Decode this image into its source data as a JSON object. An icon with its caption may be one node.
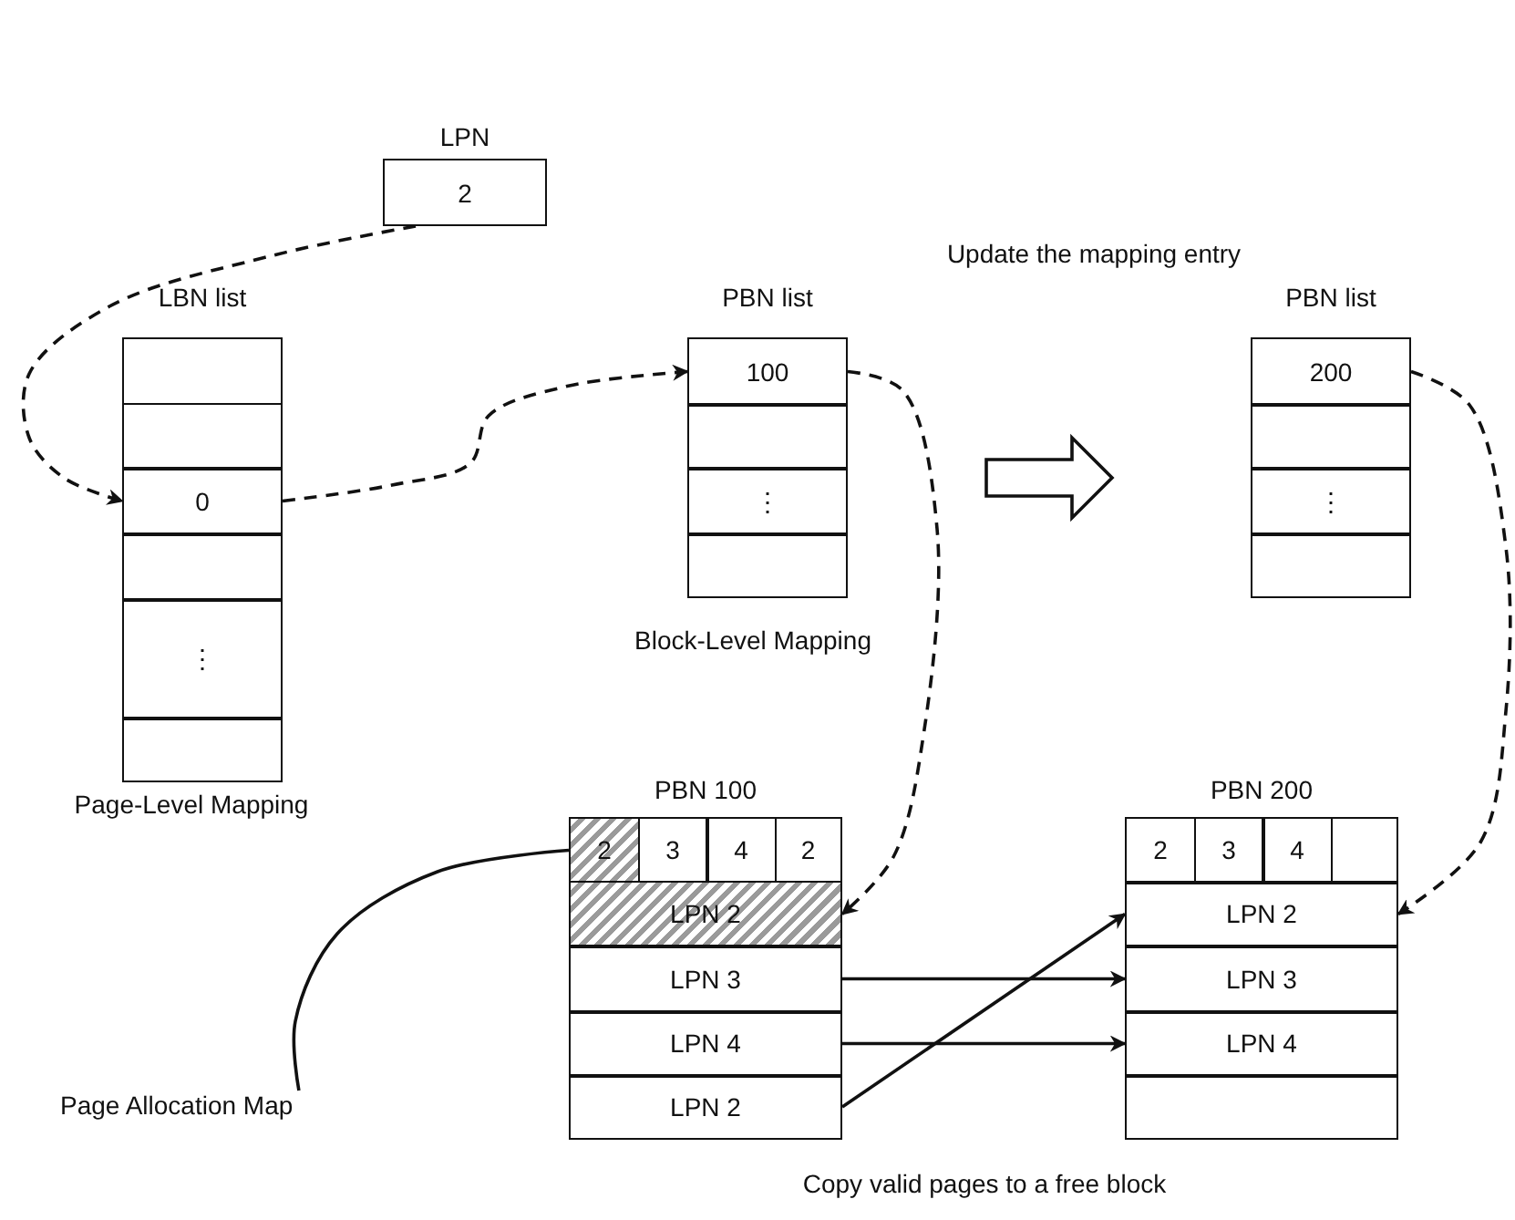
{
  "diagram": {
    "nodes": [
      {
        "text": [
          "LPN",
          "2"
        ]
      },
      {
        "text": [
          "LBN list"
        ],
        "beside": [
          "Page-Level Mapping"
        ]
      },
      {
        "text": [],
        "shape": "box",
        "in": 1
      },
      {
        "text": [],
        "shape": "box",
        "in": 1
      },
      {
        "text": [
          "0"
        ],
        "in": 1
      },
      {
        "text": [],
        "shape": "box",
        "in": 1
      },
      {
        "text": [
          "⋮"
        ],
        "in": 1
      },
      {
        "text": [],
        "shape": "box",
        "in": 1
      },
      {
        "text": [
          "PBN list"
        ],
        "beside": [
          "Block-Level Mapping"
        ]
      },
      {
        "text": [
          "100"
        ],
        "in": 8
      },
      {
        "text": [],
        "shape": "box",
        "in": 8
      },
      {
        "text": [
          "⋮"
        ],
        "in": 8
      },
      {
        "text": [],
        "shape": "box",
        "in": 8
      },
      {
        "text": [
          "PBN list"
        ]
      },
      {
        "text": [
          "200"
        ],
        "in": 13
      },
      {
        "text": [],
        "shape": "box",
        "in": 13
      },
      {
        "text": [
          "⋮"
        ],
        "in": 13
      },
      {
        "text": [],
        "shape": "box",
        "in": 13
      },
      {
        "text": [
          "PBN 100"
        ]
      },
      {
        "text": [
          "2"
        ],
        "in": 18
      },
      {
        "text": [
          "3"
        ],
        "in": 18
      },
      {
        "text": [
          "4"
        ],
        "in": 18
      },
      {
        "text": [
          "2"
        ],
        "in": 18
      },
      {
        "text": [
          "LPN 2"
        ],
        "in": 18
      },
      {
        "text": [
          "LPN 3"
        ],
        "in": 18
      },
      {
        "text": [
          "LPN 4"
        ],
        "in": 18
      },
      {
        "text": [
          "LPN 2"
        ],
        "in": 18
      },
      {
        "text": [
          "PBN 200"
        ]
      },
      {
        "text": [
          "2"
        ],
        "in": 27
      },
      {
        "text": [
          "3"
        ],
        "in": 27
      },
      {
        "text": [
          "4"
        ],
        "in": 27
      },
      {
        "text": [],
        "shape": "box",
        "in": 27
      },
      {
        "text": [
          "LPN 2"
        ],
        "in": 27
      },
      {
        "text": [
          "LPN 3"
        ],
        "in": 27
      },
      {
        "text": [
          "LPN 4"
        ],
        "in": 27
      },
      {
        "text": [],
        "shape": "box",
        "in": 27
      },
      {
        "text": [
          "Page Allocation Map"
        ]
      }
    ],
    "edges": [
      {
        "from": 0,
        "to": 4,
        "arrow": "to",
        "style": "dashed"
      },
      {
        "from": 4,
        "to": 9,
        "arrow": "to",
        "style": "dashed"
      },
      {
        "from": 9,
        "to": 23,
        "arrow": "to",
        "style": "dashed"
      },
      {
        "from": 14,
        "to": 32,
        "arrow": "to",
        "style": "dashed"
      },
      {
        "from": 24,
        "to": 33,
        "arrow": "to"
      },
      {
        "from": 25,
        "to": 34,
        "arrow": "to"
      },
      {
        "from": 26,
        "to": 32,
        "arrow": "to"
      },
      {
        "from": 36,
        "to": 19,
        "arrow": "none"
      }
    ],
    "labels": [
      "Update the mapping entry",
      "Copy valid pages to a free block"
    ]
  }
}
